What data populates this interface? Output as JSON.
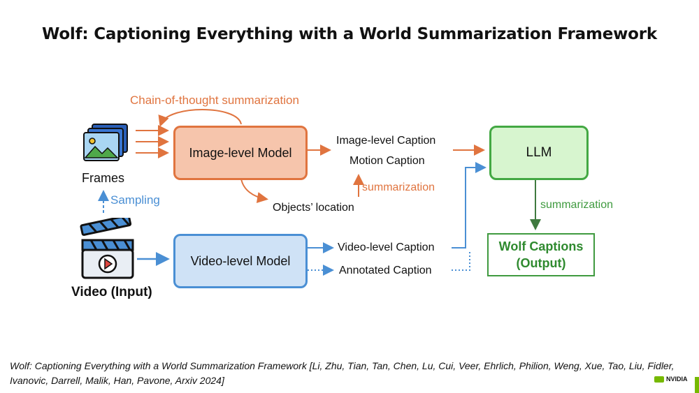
{
  "title": "Wolf: Captioning Everything with a World Summarization Framework",
  "labels": {
    "cot": "Chain-of-thought summarization",
    "frames": "Frames",
    "sampling": "Sampling",
    "video_input": "Video (Input)",
    "image_model": "Image-level Model",
    "video_model": "Video-level Model",
    "image_caption": "Image-level Caption",
    "motion_caption": "Motion Caption",
    "objects_location": "Objects’ location",
    "summarization_mid": "summarization",
    "video_caption": "Video-level Caption",
    "annotated_caption": "Annotated Caption",
    "llm": "LLM",
    "summarization_right": "summarization",
    "output_line1": "Wolf Captions",
    "output_line2": "(Output)"
  },
  "citation": "Wolf: Captioning Everything with a World Summarization Framework [Li, Zhu, Tian, Tan, Chen, Lu, Cui, Veer, Ehrlich, Philion, Weng, Xue, Tao, Liu, Fidler, Ivanovic, Darrell, Malik, Han, Pavone, Arxiv 2024]",
  "logo": {
    "text": "NVIDIA"
  },
  "colors": {
    "orange": "#e0743f",
    "blue": "#4a8fd4",
    "green": "#3f9a3f",
    "nvidia_green": "#76b900"
  },
  "icons": [
    "frames-stack-icon",
    "clapperboard-icon"
  ]
}
